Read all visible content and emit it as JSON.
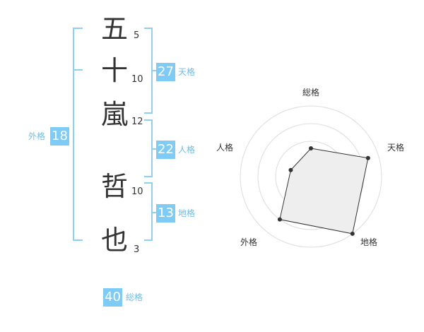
{
  "name_chars": [
    {
      "char": "五",
      "strokes": "5"
    },
    {
      "char": "十",
      "strokes": "10"
    },
    {
      "char": "嵐",
      "strokes": "12"
    },
    {
      "char": "哲",
      "strokes": "10"
    },
    {
      "char": "也",
      "strokes": "3"
    }
  ],
  "kaku": {
    "tenkaku": {
      "value": "27",
      "label": "天格"
    },
    "jinkaku": {
      "value": "22",
      "label": "人格"
    },
    "chikaku": {
      "value": "13",
      "label": "地格"
    },
    "gaikaku": {
      "value": "18",
      "label": "外格"
    },
    "soukaku": {
      "value": "40",
      "label": "総格"
    }
  },
  "colors": {
    "accent": "#7ecbf5",
    "label": "#6fbde8",
    "bracket": "#8ed0f5",
    "radar_ring": "#dddddd",
    "radar_fill": "#eeeeee",
    "radar_line": "#333333"
  },
  "chart_data": {
    "type": "radar",
    "axes": [
      "総格",
      "天格",
      "地格",
      "外格",
      "人格"
    ],
    "values": [
      0.4,
      0.85,
      1.0,
      0.75,
      0.3
    ],
    "rings": 4
  }
}
